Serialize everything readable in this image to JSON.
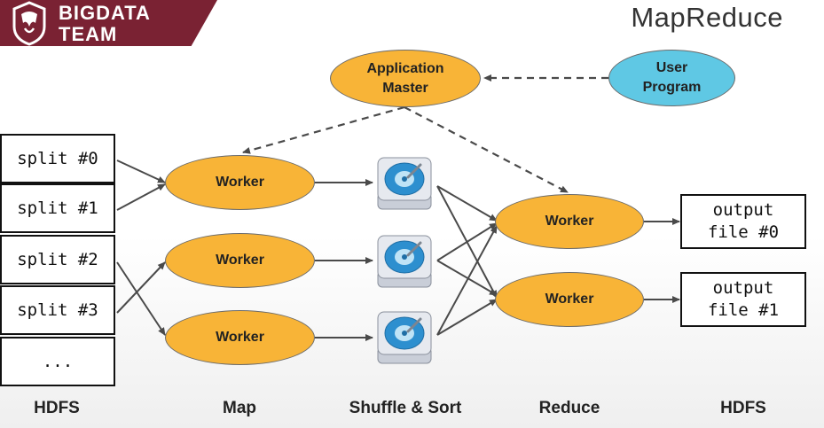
{
  "header": {
    "brand_line1": "BIGDATA",
    "brand_line2": "TEAM",
    "title": "MapReduce"
  },
  "nodes": {
    "application_master": "Application\nMaster",
    "user_program": "User\nProgram",
    "map_workers": [
      "Worker",
      "Worker",
      "Worker"
    ],
    "reduce_workers": [
      "Worker",
      "Worker"
    ]
  },
  "input_splits": [
    "split #0",
    "split #1",
    "split #2",
    "split #3",
    "..."
  ],
  "output_files": [
    "output\nfile #0",
    "output\nfile #1"
  ],
  "stages": [
    "HDFS",
    "Map",
    "Shuffle & Sort",
    "Reduce",
    "HDFS"
  ],
  "colors": {
    "brand": "#7a2233",
    "worker": "#f8b437",
    "user_program": "#5fc8e4"
  },
  "icons": [
    "logo-lion-icon",
    "hard-disk-icon"
  ]
}
